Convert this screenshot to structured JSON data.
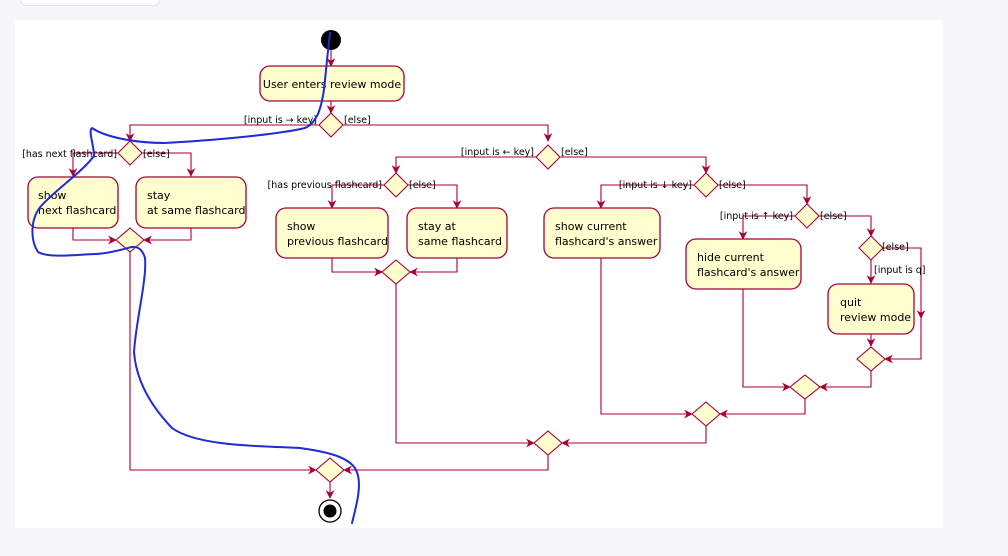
{
  "activities": {
    "enter": {
      "l1": "User enters review mode"
    },
    "show_next": {
      "l1": "show",
      "l2": "next flashcard"
    },
    "stay_same": {
      "l1": "stay",
      "l2": "at same flashcard"
    },
    "show_prev": {
      "l1": "show",
      "l2": "previous flashcard"
    },
    "stay_at": {
      "l1": "stay at",
      "l2": "same flashcard"
    },
    "show_answer": {
      "l1": "show current",
      "l2": "flashcard's answer"
    },
    "hide_answer": {
      "l1": "hide current",
      "l2": "flashcard's answer"
    },
    "quit": {
      "l1": "quit",
      "l2": "review mode"
    }
  },
  "guards": {
    "right_key": "[input is → key]",
    "else1": "[else]",
    "has_next": "[has next flashcard]",
    "else2": "[else]",
    "left_key": "[input is ← key]",
    "else3": "[else]",
    "has_prev": "[has previous flashcard]",
    "else4": "[else]",
    "down_key": "[input is ↓ key]",
    "else5": "[else]",
    "up_key": "[input is ↑ key]",
    "else6": "[else]",
    "else7": "[else]",
    "q_key": "[input is q]"
  },
  "colors": {
    "border": "#a80036",
    "fill": "#fefece",
    "annotation": "#1e2bd6"
  }
}
